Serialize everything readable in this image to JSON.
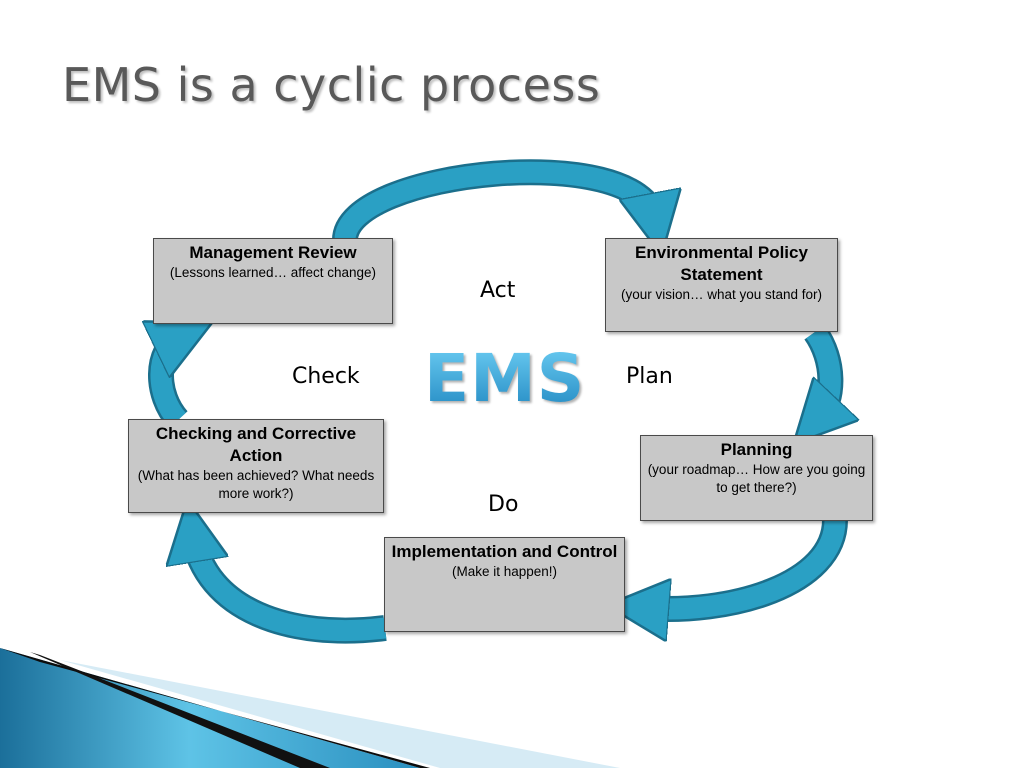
{
  "slide": {
    "title": "EMS is a cyclic process"
  },
  "center": {
    "label": "EMS"
  },
  "phases": {
    "act": "Act",
    "plan": "Plan",
    "do": "Do",
    "check": "Check"
  },
  "boxes": {
    "management_review": {
      "title": "Management Review",
      "subtitle": "(Lessons learned… affect change)"
    },
    "environmental_policy": {
      "title": "Environmental Policy Statement",
      "subtitle": "(your vision… what you stand for)"
    },
    "planning": {
      "title": "Planning",
      "subtitle": "(your roadmap… How are you going to get there?)"
    },
    "implementation": {
      "title": "Implementation and Control",
      "subtitle": "(Make it happen!)"
    },
    "checking": {
      "title": "Checking and Corrective Action",
      "subtitle": "(What has been achieved?  What needs more work?)"
    }
  },
  "colors": {
    "arrow_fill": "#2aa0c4",
    "arrow_stroke": "#1b6f8c",
    "box_fill": "#c8c8c8",
    "title_text": "#595959",
    "ems_text": "#2aa3d6"
  }
}
